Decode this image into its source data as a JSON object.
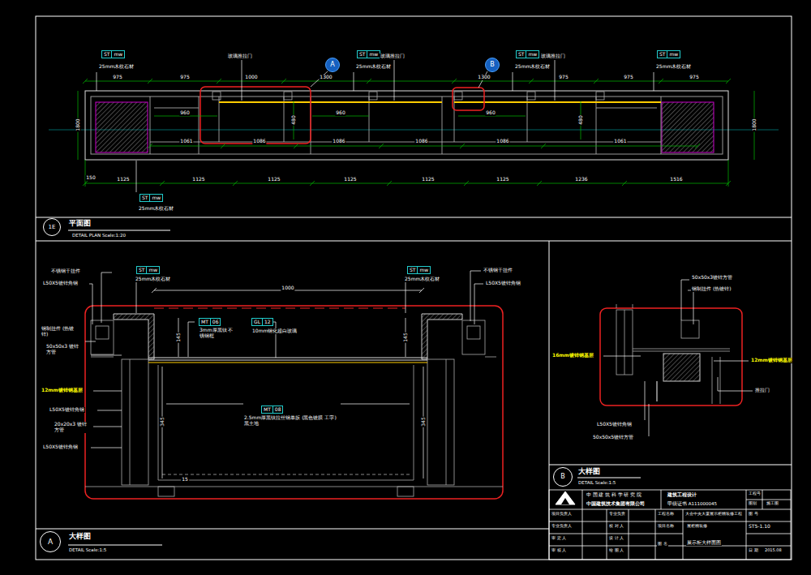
{
  "diagram": {
    "nodes": [
      {
        "text": [
          "ST",
          "mw"
        ]
      },
      {
        "text": [
          "ST",
          "mw"
        ]
      },
      {
        "text": [
          "ST",
          "mw"
        ]
      },
      {
        "text": [
          "ST",
          "mw"
        ]
      },
      {
        "text": [
          "ST",
          "mw"
        ]
      },
      {
        "text": [
          "A"
        ]
      },
      {
        "text": [
          "B"
        ]
      },
      {
        "text": [
          "1E"
        ]
      },
      {
        "text": [
          "ST",
          "mw"
        ]
      },
      {
        "text": [
          "ST",
          "mw"
        ]
      },
      {
        "text": [
          "MT",
          "06"
        ]
      },
      {
        "text": [
          "GL",
          "12"
        ]
      },
      {
        "text": [
          "MT",
          "08"
        ]
      },
      {
        "text": [
          "A"
        ]
      },
      {
        "text": [
          "B"
        ]
      }
    ],
    "labels": [
      "25mm木纹石材",
      "25mm木纹石材",
      "25mm木纹石材",
      "25mm木纹石材",
      "25mm木纹石材",
      "玻璃推拉门",
      "玻璃推拉门",
      "玻璃推拉门",
      "975",
      "975",
      "1000",
      "1300",
      "1300",
      "975",
      "975",
      "975",
      "960",
      "480",
      "960",
      "960",
      "480",
      "1061",
      "1086",
      "1086",
      "1086",
      "1086",
      "1061",
      "150",
      "1125",
      "1125",
      "1125",
      "1125",
      "1125",
      "1125",
      "1236",
      "1516",
      "1800",
      "1800",
      "平面图",
      "DETAIL PLAN Scale:1:20",
      "不锈钢干挂件",
      "L50X5镀锌角钢",
      "钢制挂件 (热镀锌)",
      "50x50x3 镀锌方管",
      "12mm镀锌钢基层",
      "L50X5镀锌角钢",
      "20x20x3 镀锌方管",
      "L50X5镀锌角钢",
      "25mm木纹石材",
      "25mm木纹石材",
      "不锈钢干挂件",
      "L50X5镀锌角钢",
      "1000",
      "3mm厚黑钛 不锈钢框",
      "10mm钢化超白玻璃",
      "2.5mm厚黑钛拉丝钢单扳 (黑色镀膜 工字) 黑土地",
      "145",
      "145",
      "345",
      "345",
      "15",
      "大样图",
      "DETAIL Scale:1:5",
      "50x50x3镀锌方管",
      "钢制挂件 (热镀锌)",
      "16mm镀锌钢基层",
      "12mm镀锌钢基层",
      "推拉门",
      "L50X5镀锌角钢",
      "50x50x5镀锌方管",
      "大样图",
      "DETAIL Scale:1:5",
      "中 国 建 筑 科 学 研 究 院",
      "中国建筑技术集团有限公司",
      "建筑工程设计",
      "甲级证书 A111000045",
      "工程号",
      "图别",
      "施工图",
      "项目负责人",
      "专业负责人",
      "审 定 人",
      "审 核 人",
      "专业负责",
      "校 对 人",
      "设 计 人",
      "绘 图 人",
      "工程名称",
      "大会中央大厦展示柜精装修工程",
      "项目名称",
      "展柜精装修",
      "图 名",
      "展示柜大样面图",
      "图 号",
      "ST5-1.10",
      "日 期",
      "2015.08"
    ]
  }
}
